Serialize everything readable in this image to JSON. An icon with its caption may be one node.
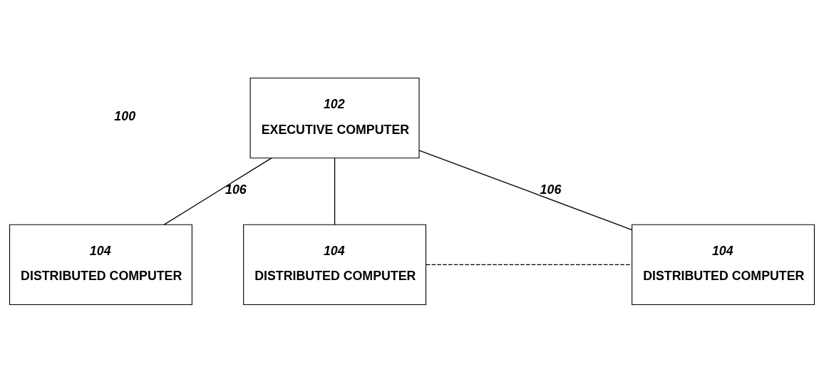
{
  "diagram": {
    "nodes": [
      {
        "text": [
          "102",
          "EXECUTIVE COMPUTER"
        ]
      },
      {
        "text": [
          "104",
          "DISTRIBUTED COMPUTER"
        ]
      },
      {
        "text": [
          "104",
          "DISTRIBUTED COMPUTER"
        ]
      },
      {
        "text": [
          "104",
          "DISTRIBUTED COMPUTER"
        ]
      }
    ],
    "edges": [
      {
        "from": 0,
        "to": 1,
        "arrow": "none",
        "label": "106"
      },
      {
        "from": 0,
        "to": 2,
        "arrow": "none"
      },
      {
        "from": 0,
        "to": 3,
        "arrow": "none",
        "label": "106"
      },
      {
        "from": 2,
        "to": 3,
        "arrow": "none",
        "style": "dashed"
      }
    ],
    "labels": [
      "100"
    ]
  }
}
